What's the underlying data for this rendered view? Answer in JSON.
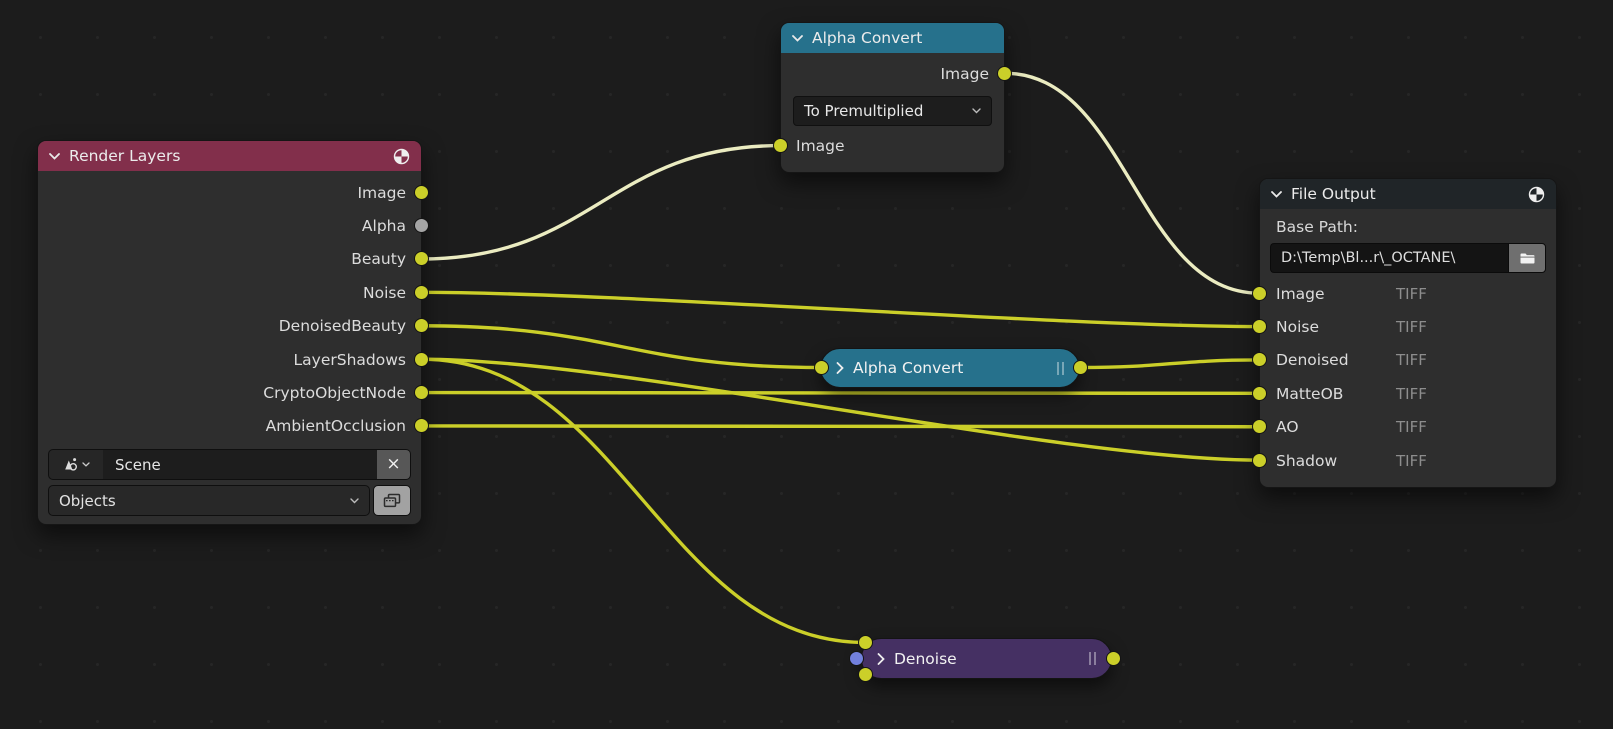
{
  "canvas": {
    "background": "#1c1c1c",
    "wire_colors": {
      "yellow": "#cbcf29",
      "pale": "#ebecc1"
    }
  },
  "icons": {
    "close": "×"
  },
  "nodes": {
    "render_layers": {
      "title": "Render Layers",
      "header_color": "#822f4b",
      "outputs": [
        {
          "label": "Image"
        },
        {
          "label": "Alpha"
        },
        {
          "label": "Beauty"
        },
        {
          "label": "Noise"
        },
        {
          "label": "DenoisedBeauty"
        },
        {
          "label": "LayerShadows"
        },
        {
          "label": "CryptoObjectNode"
        },
        {
          "label": "AmbientOcclusion"
        }
      ],
      "scene_value": "Scene",
      "layer_value": "Objects"
    },
    "alpha_convert": {
      "title": "Alpha Convert",
      "header_color": "#26718c",
      "output_label": "Image",
      "mapping_value": "To Premultiplied",
      "input_label": "Image"
    },
    "alpha_convert_collapsed": {
      "title": "Alpha Convert",
      "color": "#26718c"
    },
    "denoise": {
      "title": "Denoise",
      "color": "#453063"
    },
    "file_output": {
      "title": "File Output",
      "header_color": "#202528",
      "base_path_label": "Base Path:",
      "base_path_value": "D:\\Temp\\Bl...r\\_OCTANE\\",
      "inputs": [
        {
          "label": "Image",
          "format": "TIFF"
        },
        {
          "label": "Noise",
          "format": "TIFF"
        },
        {
          "label": "Denoised",
          "format": "TIFF"
        },
        {
          "label": "MatteOB",
          "format": "TIFF"
        },
        {
          "label": "AO",
          "format": "TIFF"
        },
        {
          "label": "Shadow",
          "format": "TIFF"
        }
      ]
    }
  },
  "sockets": {
    "rl-image": "#cbcf29",
    "rl-alpha": "#a5a5a5",
    "rl-beauty": "#cbcf29",
    "rl-noise": "#cbcf29",
    "rl-denoisedbeauty": "#cbcf29",
    "rl-layershadows": "#cbcf29",
    "rl-cryptoobjectnode": "#cbcf29",
    "rl-ambientocclusion": "#cbcf29",
    "act-image-out": "#cbcf29",
    "act-image-in": "#cbcf29",
    "acc-in": "#cbcf29",
    "acc-out": "#cbcf29",
    "dn-image-in": "#cbcf29",
    "dn-normal-in": "#7280dd",
    "dn-albedo-in": "#cbcf29",
    "dn-image-out": "#cbcf29",
    "fo-image": "#cbcf29",
    "fo-noise": "#cbcf29",
    "fo-denoised": "#cbcf29",
    "fo-matteob": "#cbcf29",
    "fo-ao": "#cbcf29",
    "fo-shadow": "#cbcf29"
  },
  "links": [
    {
      "from": "rl-beauty",
      "to": "act-image-in",
      "color": "pale"
    },
    {
      "from": "act-image-out",
      "to": "fo-image",
      "color": "pale"
    },
    {
      "from": "rl-noise",
      "to": "fo-noise",
      "color": "yellow"
    },
    {
      "from": "rl-denoisedbeauty",
      "to": "acc-in",
      "color": "yellow"
    },
    {
      "from": "acc-out",
      "to": "fo-denoised",
      "color": "yellow"
    },
    {
      "from": "rl-layershadows",
      "to": "fo-shadow",
      "color": "yellow"
    },
    {
      "from": "rl-layershadows",
      "to": "dn-image-in",
      "color": "yellow"
    },
    {
      "from": "rl-cryptoobjectnode",
      "to": "fo-matteob",
      "color": "yellow"
    },
    {
      "from": "rl-ambientocclusion",
      "to": "fo-ao",
      "color": "yellow"
    }
  ]
}
